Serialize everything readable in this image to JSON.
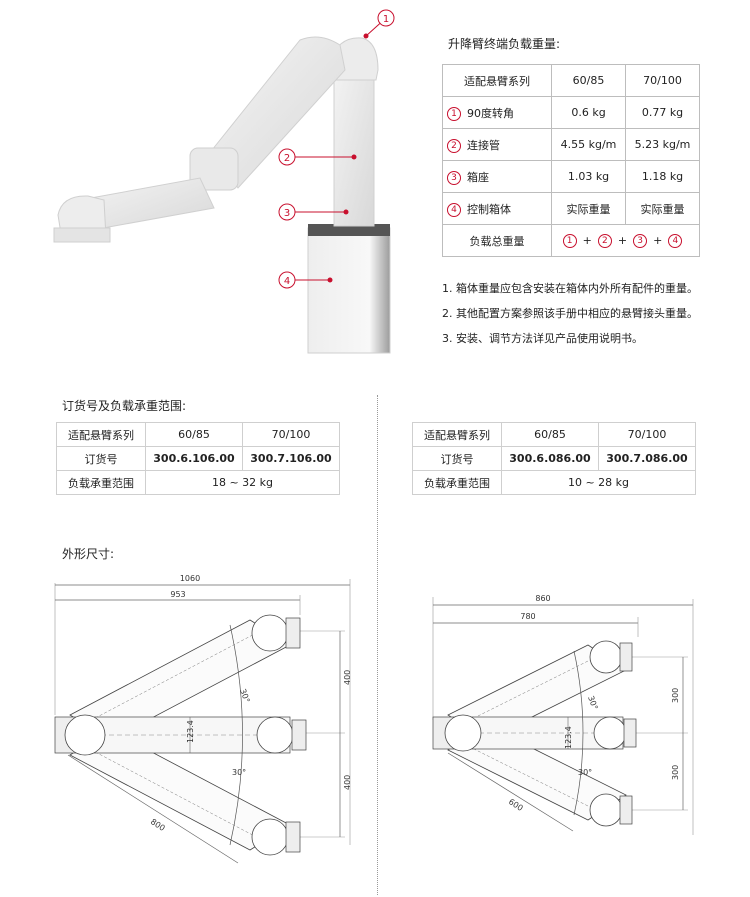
{
  "top_title": "升降臂终端负载重量:",
  "callouts": [
    "1",
    "2",
    "3",
    "4"
  ],
  "weight_table": {
    "header": [
      "适配悬臂系列",
      "60/85",
      "70/100"
    ],
    "rows": [
      {
        "num": "1",
        "label": "90度转角",
        "v1": "0.6 kg",
        "v2": "0.77 kg"
      },
      {
        "num": "2",
        "label": "连接管",
        "v1": "4.55 kg/m",
        "v2": "5.23 kg/m"
      },
      {
        "num": "3",
        "label": "箱座",
        "v1": "1.03 kg",
        "v2": "1.18 kg"
      },
      {
        "num": "4",
        "label": "控制箱体",
        "v1": "实际重量",
        "v2": "实际重量"
      }
    ],
    "total_label": "负载总重量",
    "total_formula": [
      "1",
      "+",
      "2",
      "+",
      "3",
      "+",
      "4"
    ]
  },
  "notes": [
    "1. 箱体重量应包含安装在箱体内外所有配件的重量。",
    "2. 其他配置方案参照该手册中相应的悬臂接头重量。",
    "3. 安装、调节方法详见产品使用说明书。"
  ],
  "order_title": "订货号及负载承重范围:",
  "order_table_left": {
    "header": [
      "适配悬臂系列",
      "60/85",
      "70/100"
    ],
    "order_label": "订货号",
    "order_v1": "300.6.106.00",
    "order_v2": "300.7.106.00",
    "load_label": "负载承重范围",
    "load_value": "18 ~ 32 kg"
  },
  "order_table_right": {
    "header": [
      "适配悬臂系列",
      "60/85",
      "70/100"
    ],
    "order_label": "订货号",
    "order_v1": "300.6.086.00",
    "order_v2": "300.7.086.00",
    "load_label": "负载承重范围",
    "load_value": "10 ~ 28 kg"
  },
  "dims_title": "外形尺寸:",
  "drawing_left": {
    "overall": "1060",
    "inner": "953",
    "height": "123.4",
    "upper": "400",
    "lower": "400",
    "arm": "800",
    "angle_top": "30°",
    "angle_bottom": "30°"
  },
  "drawing_right": {
    "overall": "860",
    "inner": "780",
    "height": "123.4",
    "upper": "300",
    "lower": "300",
    "arm": "600",
    "angle_top": "30°",
    "angle_bottom": "30°"
  }
}
